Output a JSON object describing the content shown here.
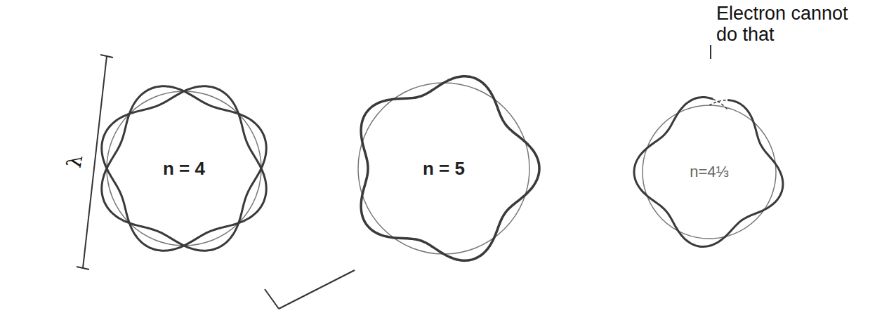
{
  "diagram": {
    "nodes": [
      {
        "text": [
          "n = 4"
        ]
      },
      {
        "text": [
          "n = 5"
        ]
      },
      {
        "text": [
          "n=4⅓"
        ]
      }
    ],
    "labels": [
      "Electron cannot do that",
      "λ"
    ]
  }
}
